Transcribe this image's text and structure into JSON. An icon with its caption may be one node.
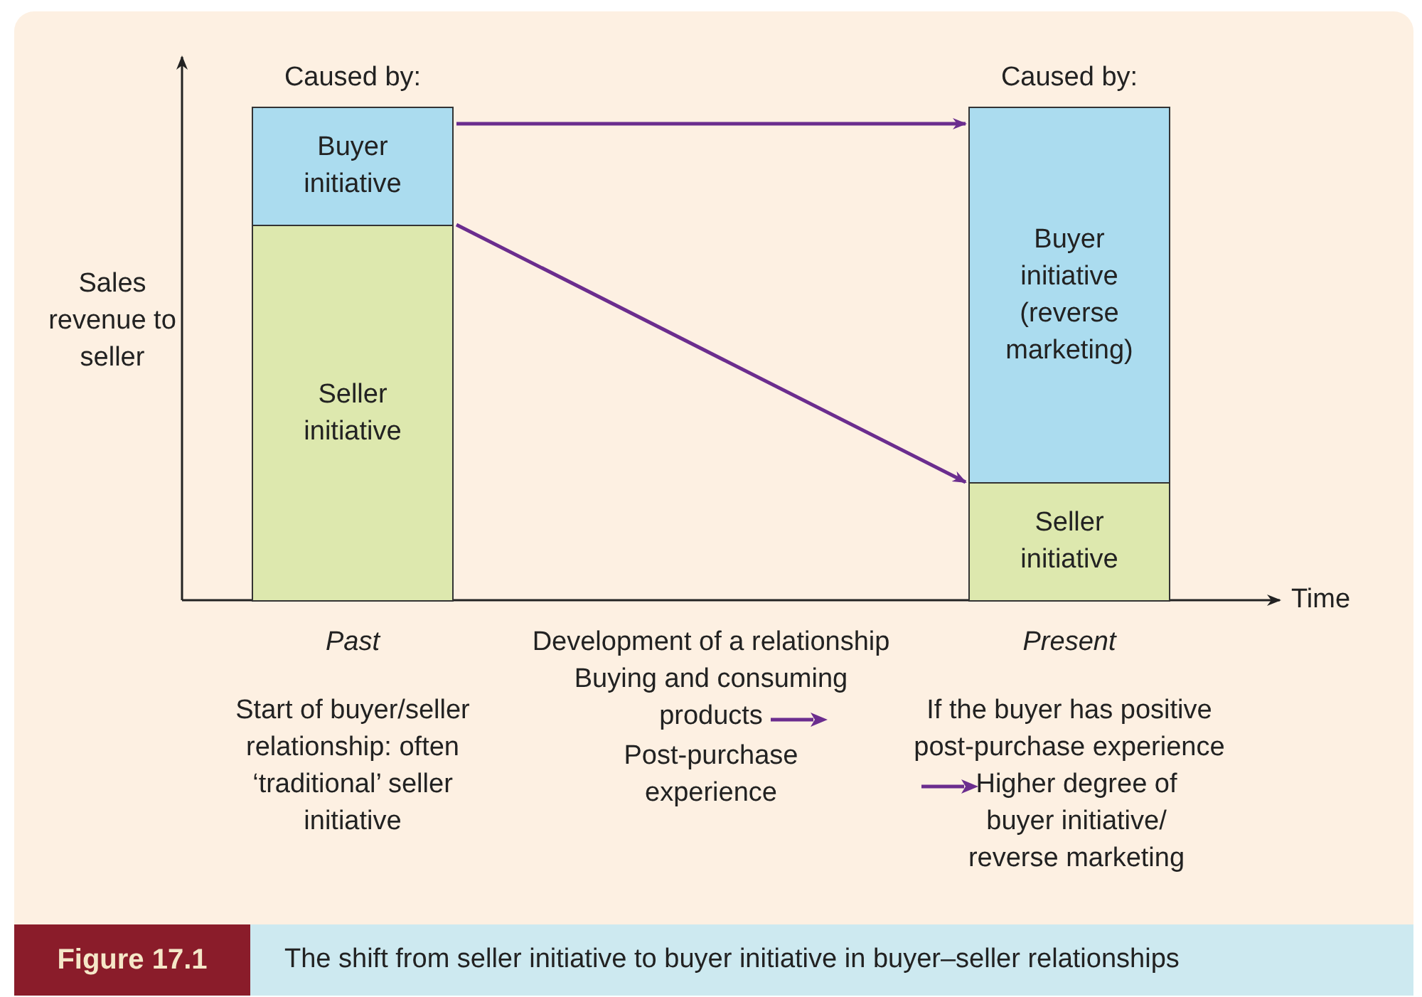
{
  "diagram": {
    "caption": "The shift from seller initiative to buyer initiative in buyer–seller relationships",
    "nodes": [
      {
        "text": [
          "Caused by:"
        ]
      },
      {
        "text": [
          "Buyer initiative"
        ],
        "in": 0
      },
      {
        "text": [
          "Seller initiative"
        ],
        "in": 0
      },
      {
        "text": [
          "Caused by:"
        ]
      },
      {
        "text": [
          "Buyer initiative (reverse marketing)"
        ],
        "in": 3
      },
      {
        "text": [
          "Seller initiative"
        ],
        "in": 3
      }
    ],
    "edges": [
      {
        "from": 1,
        "to": 4,
        "arrow": "to"
      },
      {
        "from": 2,
        "to": 5,
        "arrow": "to"
      }
    ],
    "labels": [
      "Sales revenue to seller",
      "Time",
      "Past",
      "Development of a relationship",
      "Present",
      "Buying and consuming products",
      "Start of buyer/seller relationship: often ‘traditional’ seller initiative",
      "If the buyer has positive post-purchase experience",
      "Post-purchase experience",
      "Higher degree of buyer initiative/ reverse marketing",
      "Figure 17.1"
    ]
  }
}
